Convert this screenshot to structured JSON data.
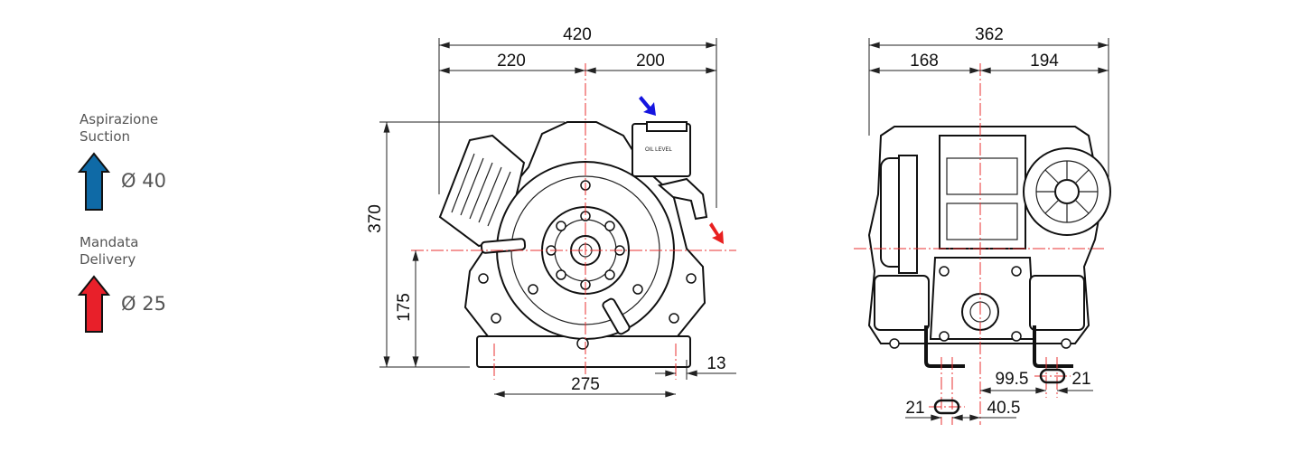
{
  "legend": {
    "suction": {
      "label_it": "Aspirazione",
      "label_en": "Suction",
      "diameter": "Ø 40",
      "color": "#0f6aa6"
    },
    "delivery": {
      "label_it": "Mandata",
      "label_en": "Delivery",
      "diameter": "Ø 25",
      "color": "#e8202a"
    }
  },
  "front_view": {
    "overall_width": "420",
    "left_width": "220",
    "right_width": "200",
    "overall_height": "370",
    "shaft_height": "175",
    "base_hole_spacing": "275",
    "base_hole_offset": "13",
    "oil_label": "OIL LEVEL",
    "inlet_arrow_color": "#1515e0",
    "outlet_arrow_color": "#e82020"
  },
  "side_view": {
    "overall_depth": "362",
    "left_depth": "168",
    "right_depth": "194",
    "right_slot_offset": "99.5",
    "right_slot_width": "21",
    "left_slot_offset": "40.5",
    "left_slot_width": "21"
  }
}
